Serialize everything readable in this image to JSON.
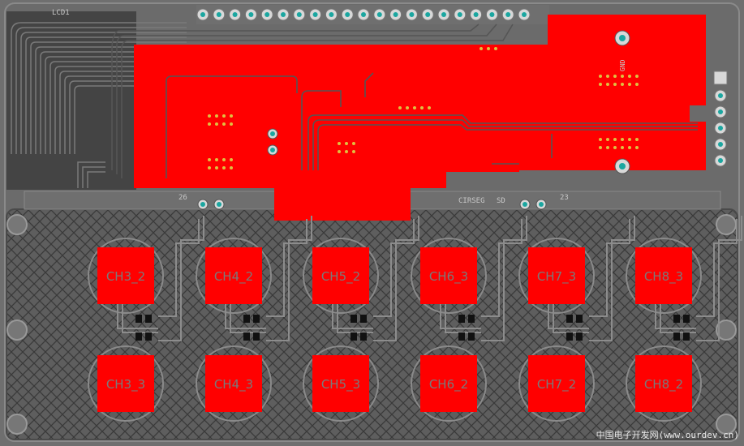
{
  "silkscreen": {
    "lcd": "LCD1",
    "ref_26": "26",
    "ref_23": "23",
    "gnd": "GND",
    "chip": "CIRSEG",
    "sd": "SD"
  },
  "touch_pads": {
    "top_row": [
      "CH3_2",
      "CH4_2",
      "CH5_2",
      "CH6_3",
      "CH7_3",
      "CH8_3"
    ],
    "bottom_row": [
      "CH3_3",
      "CH4_3",
      "CH5_3",
      "CH6_2",
      "CH7_2",
      "CH8_2"
    ]
  },
  "watermark": "中国电子开发网(www.ourdev.cn)",
  "colors": {
    "board": "#6f6f6f",
    "copper": "#ff0000",
    "trace": "#5f5f5f",
    "via": "#1aa6a0",
    "silk": "#c8c8c8"
  }
}
